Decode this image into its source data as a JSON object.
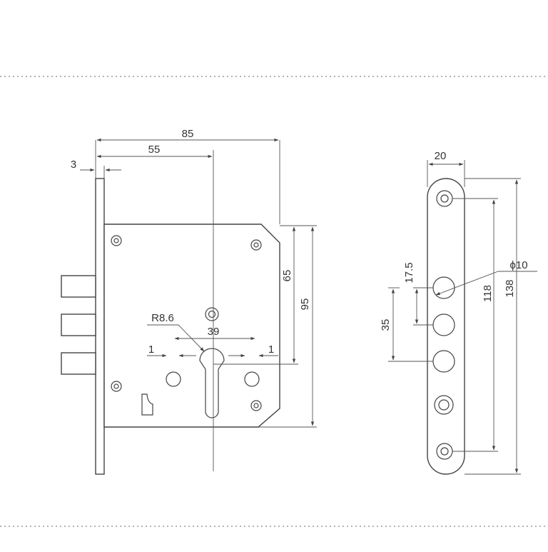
{
  "drawing": {
    "lock_body": {
      "dims": {
        "width": "85",
        "backset": "55",
        "faceplate_thickness": "3",
        "spindle_height": "65",
        "case_height": "95",
        "cylinder_radius": "R8.6",
        "hole_spacing": "39",
        "clearance_left": "1",
        "clearance_right": "1"
      }
    },
    "strike_plate": {
      "dims": {
        "width": "20",
        "hole_diameter": "ϕ10",
        "hole_offset": "17.5",
        "hole_spacing": "35",
        "hole_pitch": "118",
        "length": "138"
      }
    }
  },
  "colors": {
    "line": "#444444",
    "separator": "#9a9a9a",
    "background": "#ffffff"
  }
}
